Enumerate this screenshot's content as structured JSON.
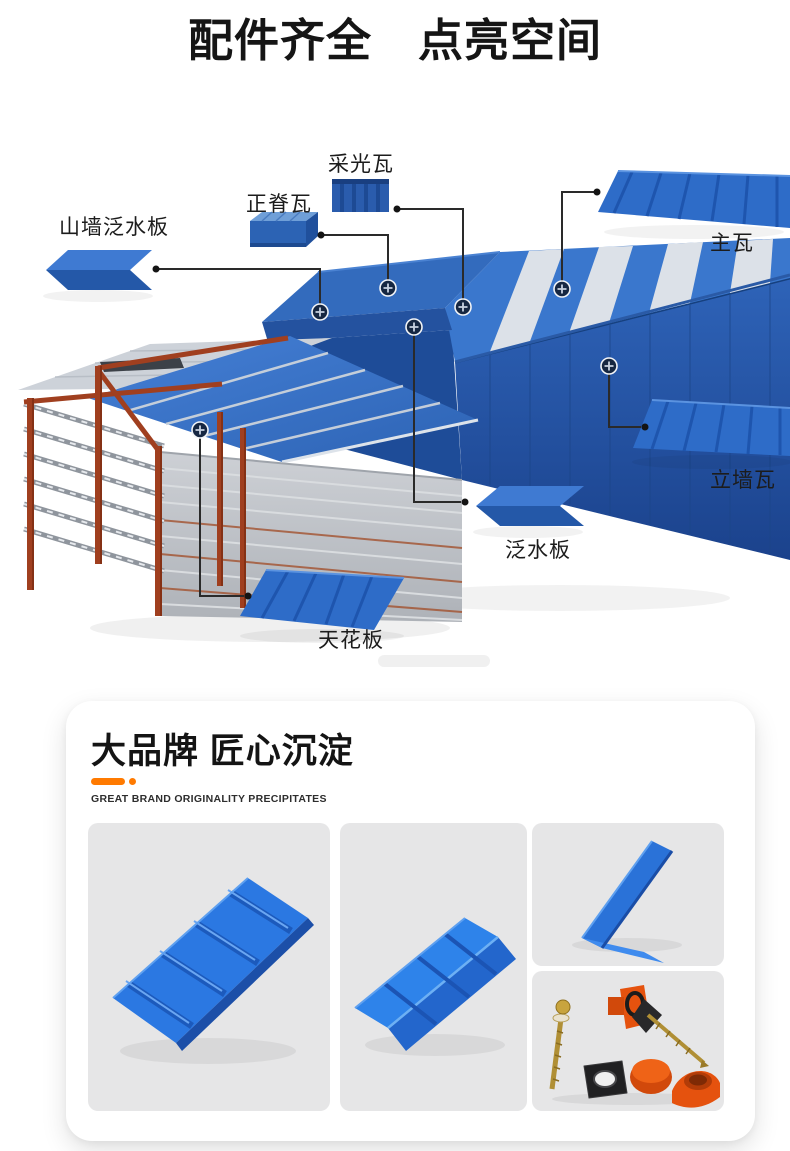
{
  "header": {
    "title": "配件齐全　点亮空间"
  },
  "diagram": {
    "labels": {
      "gable_flashing": "山墙泛水板",
      "ridge_tile": "正脊瓦",
      "skylight_tile": "采光瓦",
      "main_tile": "主瓦",
      "wall_tile": "立墙瓦",
      "flashing": "泛水板",
      "ceiling": "天花板"
    },
    "colors": {
      "roof_blue": "#3a77cd",
      "wall_blue": "#2a5cb0",
      "frame_red": "#a03f1f",
      "connector_line": "#2a2a2a"
    }
  },
  "brand": {
    "heading": "大品牌 匠心沉淀",
    "subheading": "GREAT BRAND ORIGINALITY PRECIPITATES",
    "accent_color": "#ff7a00",
    "tiles": [
      {
        "icon": "roof-sheet-image"
      },
      {
        "icon": "ridge-cap-image"
      },
      {
        "icon": "angle-steel-image"
      },
      {
        "icon": "fastener-kit-image"
      }
    ]
  }
}
